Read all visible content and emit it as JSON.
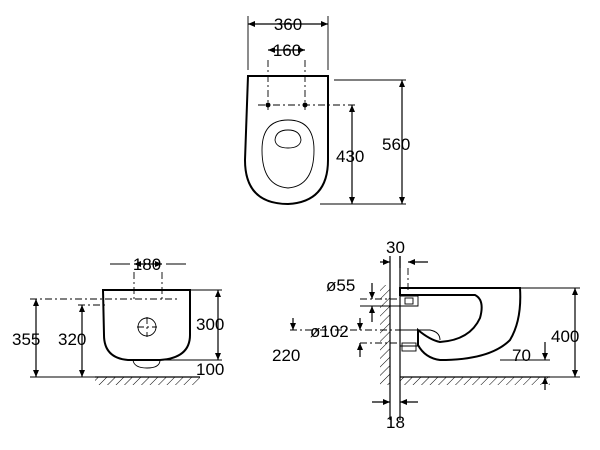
{
  "top_view": {
    "width_overall": "360",
    "bolt_spacing": "160",
    "depth_overall": "560",
    "depth_to_bolts": "430"
  },
  "front_view": {
    "bolt_spacing": "180",
    "height_355": "355",
    "height_320": "320",
    "height_300": "300",
    "height_100": "100"
  },
  "side_view": {
    "wall_offset": "30",
    "inlet_dia": "ø55",
    "outlet_dia": "ø102",
    "height_220": "220",
    "height_400": "400",
    "height_70": "70",
    "wall_thickness": "18"
  }
}
